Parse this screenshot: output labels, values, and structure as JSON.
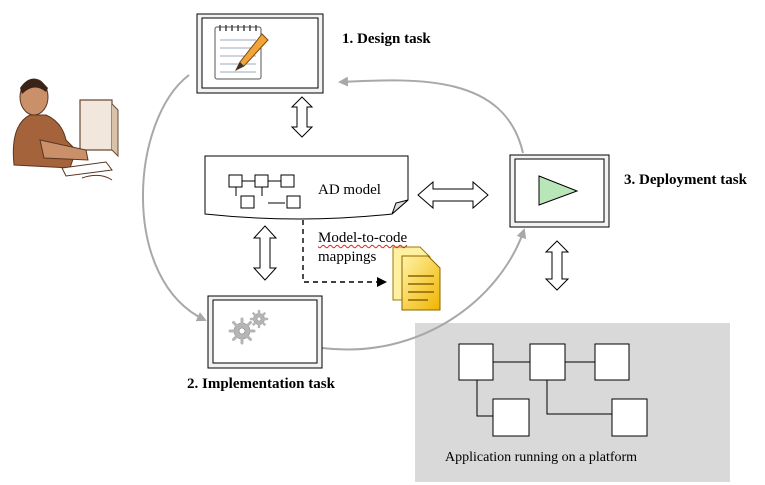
{
  "tasks": {
    "design": "1. Design task",
    "deployment": "3. Deployment task",
    "implementation": "2. Implementation task"
  },
  "ad_model": "AD model",
  "mappings": {
    "line1": "Model-to-code",
    "line2": "mappings"
  },
  "platform": "Application running on a platform",
  "icons": {
    "designer": "person-at-computer-icon",
    "design": "notepad-pencil-icon",
    "implementation": "gears-icon",
    "deployment": "play-triangle-icon",
    "document": "document-stack-icon"
  },
  "colors": {
    "platform_bg": "#d9d9d9",
    "flow_arrow": "#a8a8a8",
    "play": "#b8e6b8",
    "document": "#f5c518"
  }
}
